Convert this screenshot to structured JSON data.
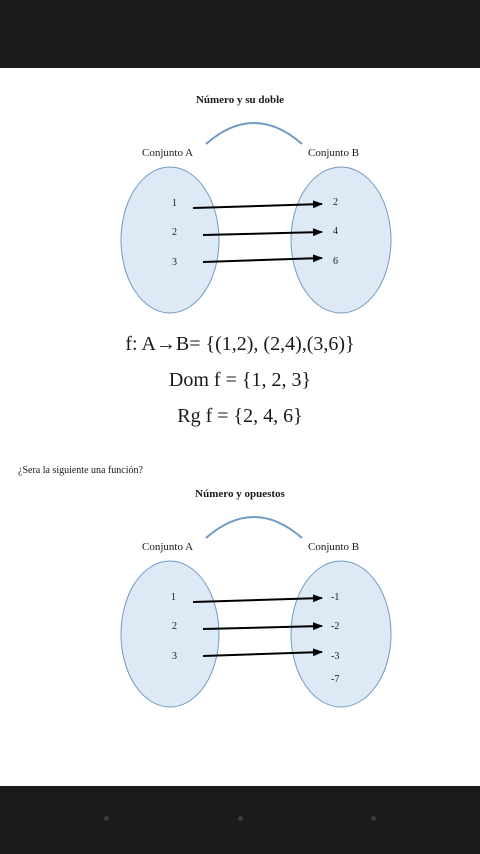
{
  "diagram1": {
    "title": "Número y su doble",
    "set_a_label": "Conjunto A",
    "set_b_label": "Conjunto B",
    "set_a": [
      "1",
      "2",
      "3"
    ],
    "set_b": [
      "2",
      "4",
      "6"
    ]
  },
  "formulas": {
    "line1": "f: A→B= {(1,2), (2,4),(3,6)}",
    "line2": "Dom f = {1, 2, 3}",
    "line3": "Rg f = {2, 4, 6}"
  },
  "question": "¿Sera la siguiente una función?",
  "diagram2": {
    "title": "Número y opuestos",
    "set_a_label": "Conjunto A",
    "set_b_label": "Conjunto B",
    "set_a": [
      "1",
      "2",
      "3"
    ],
    "set_b": [
      "-1",
      "-2",
      "-3",
      "-7"
    ]
  },
  "colors": {
    "ellipse_fill": "#dde9f4",
    "ellipse_stroke": "#6f9ac4",
    "arc_stroke": "#6f9ac4",
    "arrow": "#000000",
    "bars": "#1b1b1b"
  }
}
